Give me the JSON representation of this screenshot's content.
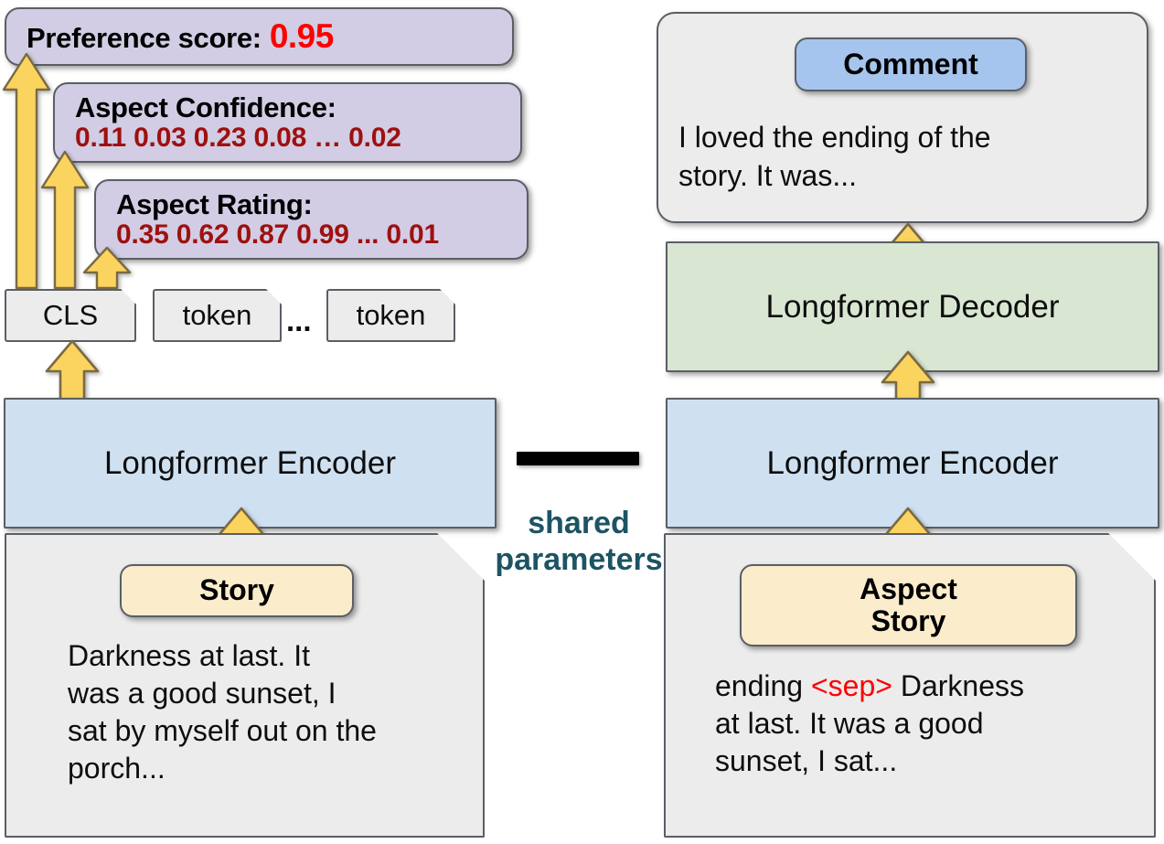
{
  "diagram": {
    "title": "Longformer encoder-decoder preference model diagram",
    "colors": {
      "purple_fill": "#d2cde4",
      "grey_fill": "#ececec",
      "blue_fill": "#cfe0f1",
      "green_fill": "#d9e6d2",
      "comment_tag_fill": "#a5c5ef",
      "story_tag_fill": "#fbeccb",
      "arrow_fill": "#fbd45f",
      "arrow_stroke": "#7a6a43",
      "box_stroke": "#5a5f66",
      "preference_value_color": "#ff0000",
      "aspect_value_color": "#9e1010",
      "shared_label_color": "#1d5463",
      "sep_token_color": "#ff0000"
    },
    "outputs": {
      "preference": {
        "label": "Preference score:",
        "value": "0.95"
      },
      "aspect_confidence": {
        "label": "Aspect Confidence:",
        "values": "0.11 0.03 0.23 0.08 … 0.02"
      },
      "aspect_rating": {
        "label": "Aspect Rating:",
        "values": "0.35 0.62 0.87 0.99 ... 0.01"
      }
    },
    "tokens": {
      "cls": "CLS",
      "token_first": "token",
      "ellipsis": "...",
      "token_last": "token"
    },
    "modules": {
      "encoder_left": "Longformer Encoder",
      "encoder_right": "Longformer Encoder",
      "decoder": "Longformer Decoder"
    },
    "shared": {
      "label": "shared\nparameters"
    },
    "story_left": {
      "tag": "Story",
      "text": "Darkness at last.  It\nwas a good sunset, I\nsat by myself out on the\nporch..."
    },
    "story_right": {
      "tag": "Aspect\nStory",
      "text_before_sep": "ending ",
      "sep": "<sep>",
      "text_after_sep": " Darkness\nat last.  It was a good\nsunset, I sat..."
    },
    "comment": {
      "tag": "Comment",
      "text": "I loved the ending of the\nstory. It was..."
    }
  }
}
